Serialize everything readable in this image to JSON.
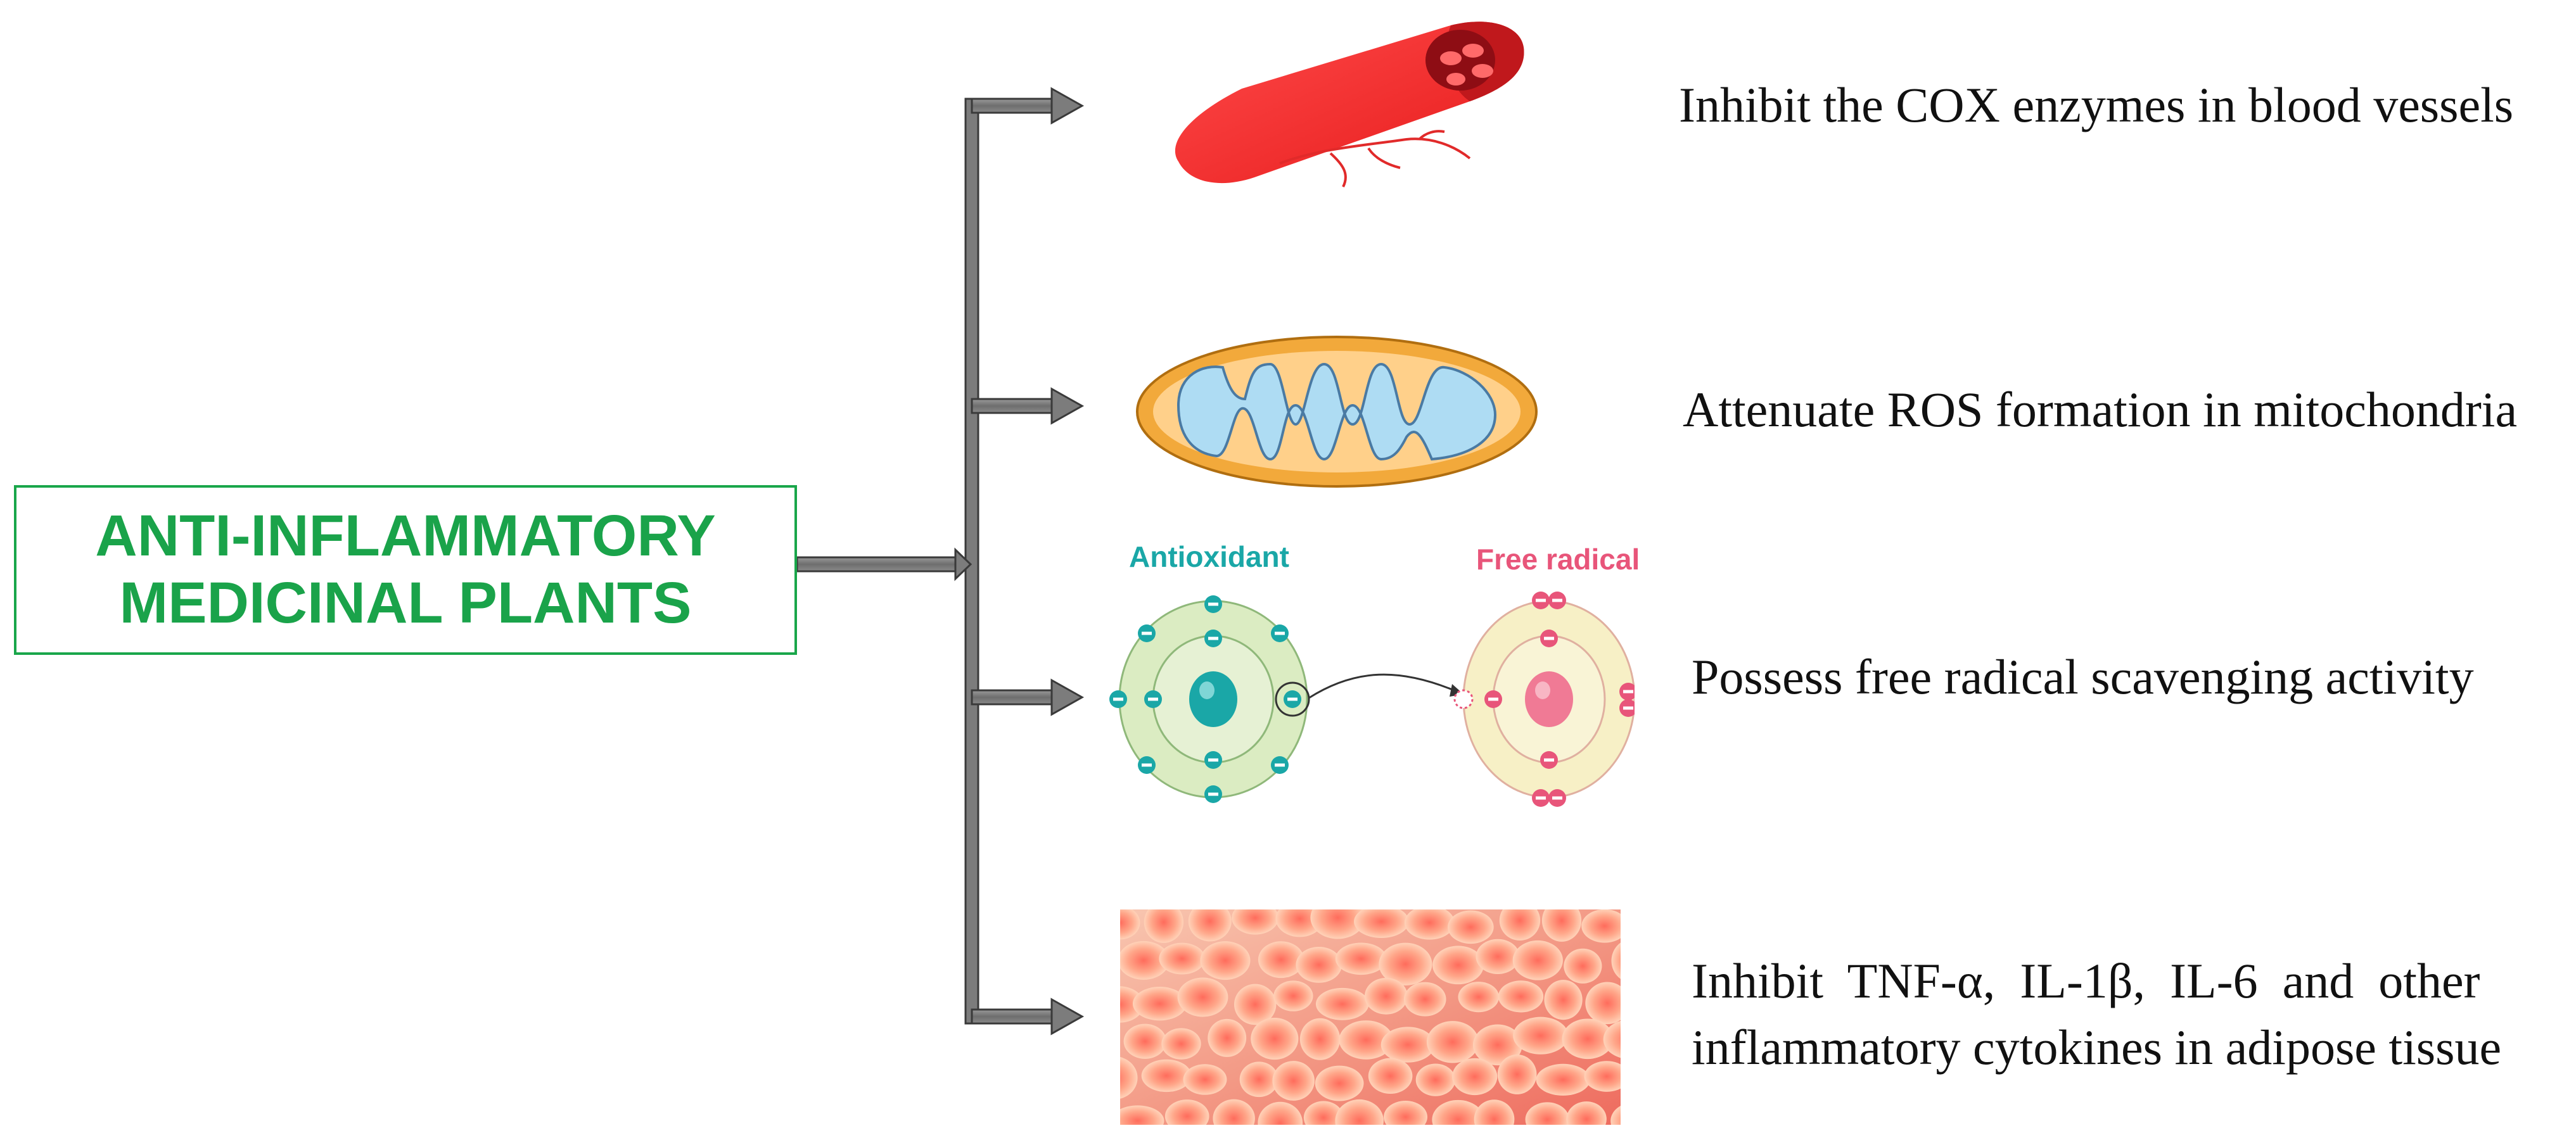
{
  "title": {
    "line1": "ANTI-INFLAMMATORY",
    "line2": "MEDICINAL PLANTS"
  },
  "effects": [
    {
      "text": "Inhibit the COX enzymes in blood vessels",
      "icon": "blood-vessel-icon"
    },
    {
      "text": "Attenuate ROS formation in mitochondria",
      "icon": "mitochondria-icon"
    },
    {
      "text": "Possess free radical scavenging activity",
      "icon": "antioxidant-free-radical-icon"
    },
    {
      "line1": "Inhibit  TNF-α,  IL-1β,  IL-6  and  other",
      "line2": "inflammatory cytokines in adipose tissue",
      "icon": "adipose-tissue-icon"
    }
  ],
  "atom_labels": {
    "antioxidant": "Antioxidant",
    "free_radical": "Free radical"
  },
  "colors": {
    "title_green": "#1aa34a",
    "arrow_gray": "#808080",
    "antioxidant_teal": "#1aa7a7",
    "free_radical_pink": "#e8557a"
  }
}
